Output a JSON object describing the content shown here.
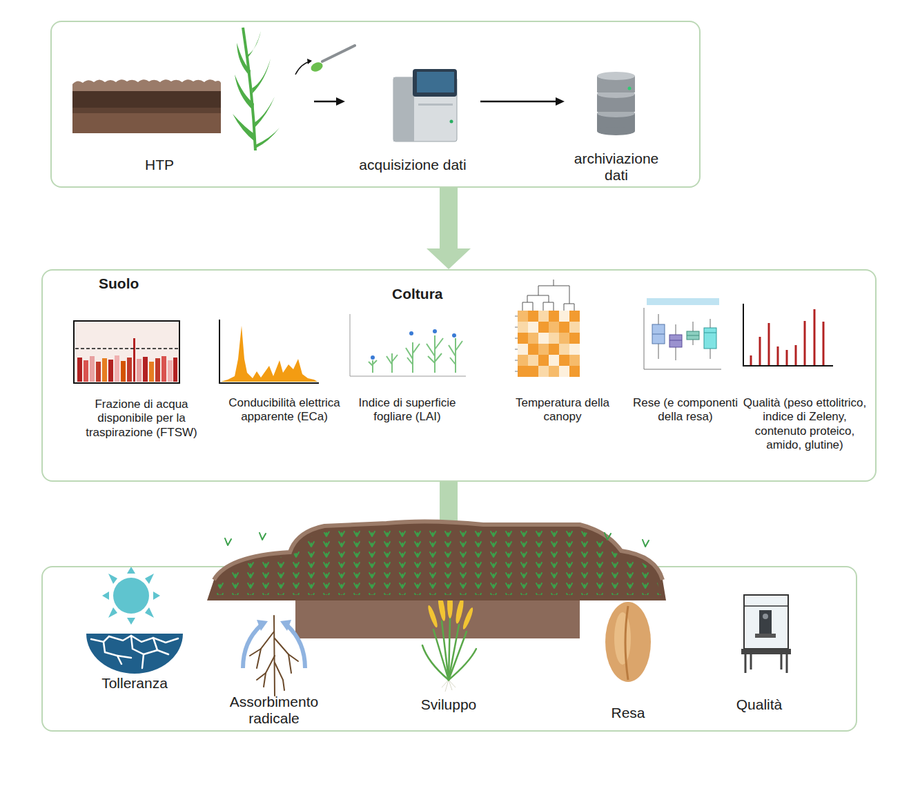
{
  "diagram": {
    "nodes": [
      {
        "text": []
      },
      {
        "text": [
          "HTP"
        ],
        "in": 0
      },
      {
        "text": [
          "acquisizione dati"
        ],
        "in": 0
      },
      {
        "text": [
          "archiviazione dati"
        ],
        "in": 0
      },
      {
        "text": [
          "Suolo",
          "Coltura"
        ]
      },
      {
        "text": [
          "Frazione di acqua disponibile per la traspirazione (FTSW)"
        ],
        "in": 4
      },
      {
        "text": [
          "Conducibilità elettrica apparente (ECa)"
        ],
        "in": 4
      },
      {
        "text": [
          "Indice di superficie fogliare (LAI)"
        ],
        "in": 4
      },
      {
        "text": [
          "Temperatura della canopy"
        ],
        "in": 4
      },
      {
        "text": [
          "Rese (e componenti della resa)"
        ],
        "in": 4
      },
      {
        "text": [
          "Qualità (peso ettolitrico, indice di Zeleny, contenuto proteico, amido, glutine)"
        ],
        "in": 4
      },
      {
        "text": []
      },
      {
        "text": [
          "Tolleranza"
        ],
        "in": 11
      },
      {
        "text": [
          "Assorbimento radicale"
        ],
        "in": 11
      },
      {
        "text": [
          "Sviluppo"
        ],
        "in": 11
      },
      {
        "text": [
          "Resa"
        ],
        "in": 11
      },
      {
        "text": [
          "Qualità"
        ],
        "in": 11
      }
    ],
    "edges": [
      {
        "from": 1,
        "to": 2,
        "arrow": "to"
      },
      {
        "from": 2,
        "to": 3,
        "arrow": "to"
      },
      {
        "from": 0,
        "to": 4,
        "arrow": "to"
      },
      {
        "from": 4,
        "to": 11,
        "arrow": "to"
      }
    ]
  }
}
